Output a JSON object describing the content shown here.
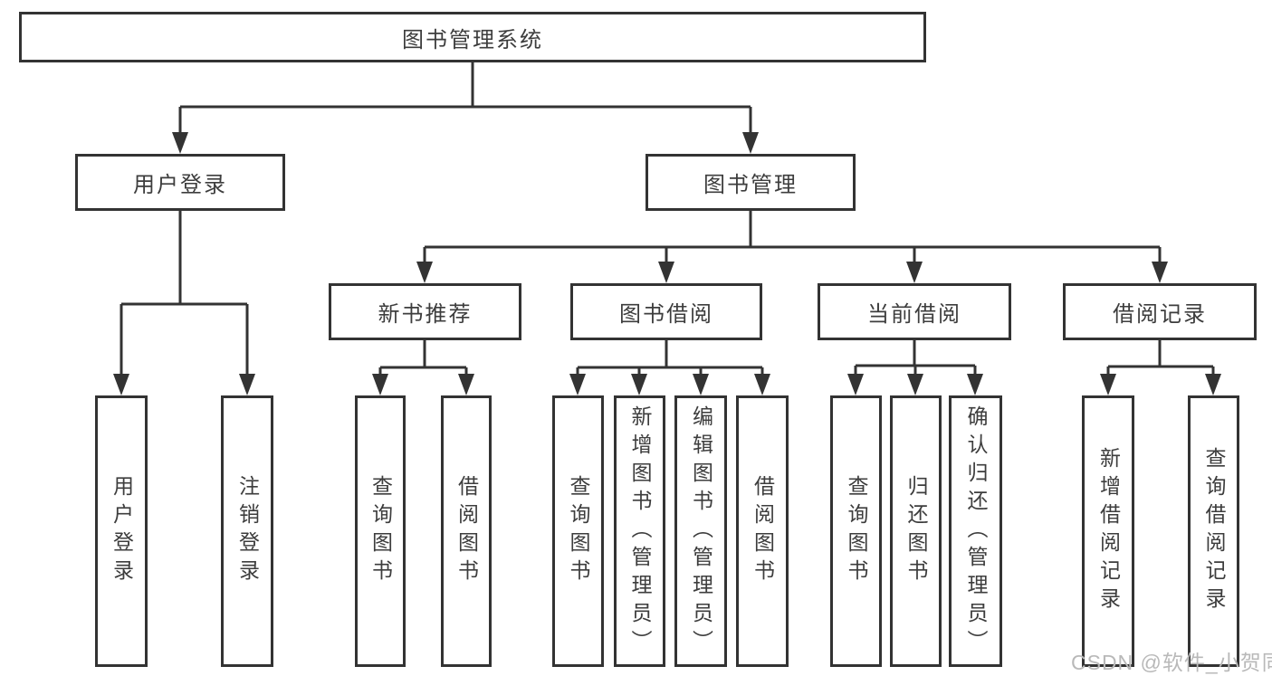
{
  "tree": {
    "root": "图书管理系统",
    "children": [
      {
        "label": "用户登录",
        "children": [
          "用户登录",
          "注销登录"
        ]
      },
      {
        "label": "图书管理",
        "children": [
          {
            "label": "新书推荐",
            "children": [
              "查询图书",
              "借阅图书"
            ]
          },
          {
            "label": "图书借阅",
            "children": [
              "查询图书",
              "新增图书（管理员）",
              "编辑图书（管理员）",
              "借阅图书"
            ]
          },
          {
            "label": "当前借阅",
            "children": [
              "查询图书",
              "归还图书",
              "确认归还（管理员）"
            ]
          },
          {
            "label": "借阅记录",
            "children": [
              "新增借阅记录",
              "查询借阅记录"
            ]
          }
        ]
      }
    ]
  },
  "watermark": {
    "text": "CSDN @软件_小贺同学"
  },
  "colors": {
    "line": "#333333",
    "text": "#3d3d3d",
    "watermark": "#b9b9b9",
    "background": "#ffffff"
  }
}
